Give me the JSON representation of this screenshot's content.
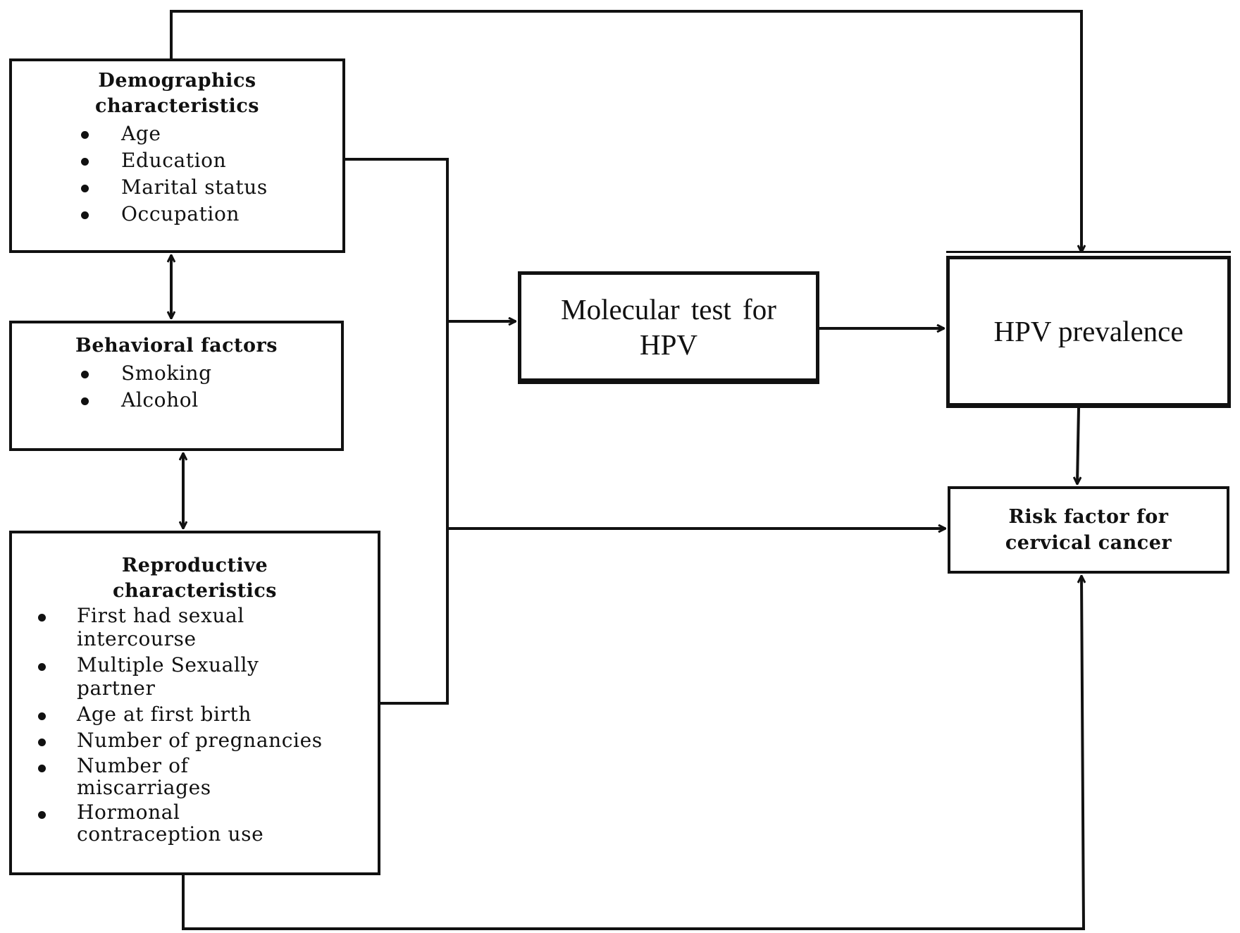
{
  "demographics": {
    "title_line1": "Demographics",
    "title_line2": "characteristics",
    "items": [
      "Age",
      "Education",
      "Marital status",
      "Occupation"
    ]
  },
  "behavioral": {
    "title": "Behavioral factors",
    "items": [
      "Smoking",
      "Alcohol"
    ]
  },
  "reproductive": {
    "title_line1": "Reproductive",
    "title_line2": "characteristics",
    "items": [
      {
        "line1": "First had sexual",
        "line2": "intercourse"
      },
      {
        "line1": "Multiple Sexually",
        "line2": "partner"
      },
      {
        "line1": "Age at first birth",
        "line2": ""
      },
      {
        "line1": "Number of pregnancies",
        "line2": ""
      },
      {
        "line1": "Number of",
        "line2": "miscarriages"
      },
      {
        "line1": "Hormonal",
        "line2": "contraception use"
      }
    ]
  },
  "molecular": {
    "line1": "Molecular test for",
    "line2": "HPV"
  },
  "hpv_prevalence": {
    "label": "HPV prevalence"
  },
  "risk_factor": {
    "line1": "Risk factor for",
    "line2": "cervical cancer"
  },
  "colors": {
    "line": "#111111",
    "background": "#ffffff"
  }
}
